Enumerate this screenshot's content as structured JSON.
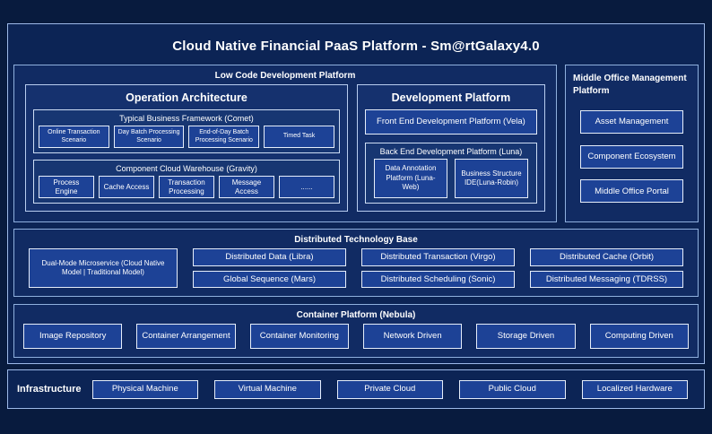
{
  "title": "Cloud Native Financial PaaS Platform - Sm@rtGalaxy4.0",
  "colors": {
    "background": "#081b3e",
    "panel": "#0c2455",
    "section": "#112b63",
    "leaf_box": "#1d4296",
    "border_light": "#e6eefb",
    "border_blue": "#9db9e8",
    "text": "#ffffff"
  },
  "lowcode": {
    "title": "Low Code Development Platform"
  },
  "oparch": {
    "title": "Operation Architecture"
  },
  "comet": {
    "title": "Typical Business Framework (Comet)",
    "items": [
      "Online Transaction Scenario",
      "Day Batch Processing Scenario",
      "End-of-Day Batch Processing Scenario",
      "Timed Task"
    ]
  },
  "gravity": {
    "title": "Component Cloud Warehouse (Gravity)",
    "items": [
      "Process Engine",
      "Cache Access",
      "Transaction Processing",
      "Message Access",
      "......"
    ]
  },
  "devplat": {
    "title": "Development Platform",
    "front_end": "Front End Development Platform (Vela)"
  },
  "backend": {
    "title": "Back End Development Platform (Luna)",
    "items": [
      "Data Annotation Platform (Luna-Web)",
      "Business Structure IDE(Luna-Robin)"
    ]
  },
  "middle": {
    "title": "Middle Office Management Platform",
    "items": [
      "Asset Management",
      "Component Ecosystem",
      "Middle Office Portal"
    ]
  },
  "dist": {
    "title": "Distributed Technology Base",
    "dual_mode": "Dual-Mode Microservice (Cloud Native Model | Traditional Model)",
    "row1": [
      "Distributed Data (Libra)",
      "Distributed Transaction (Virgo)",
      "Distributed Cache (Orbit)"
    ],
    "row2": [
      "Global Sequence (Mars)",
      "Distributed Scheduling (Sonic)",
      "Distributed Messaging (TDRSS)"
    ]
  },
  "containerp": {
    "title": "Container Platform (Nebula)",
    "items": [
      "Image Repository",
      "Container Arrangement",
      "Container Monitoring",
      "Network Driven",
      "Storage Driven",
      "Computing Driven"
    ]
  },
  "infra": {
    "label": "Infrastructure",
    "items": [
      "Physical Machine",
      "Virtual Machine",
      "Private Cloud",
      "Public Cloud",
      "Localized Hardware"
    ]
  }
}
